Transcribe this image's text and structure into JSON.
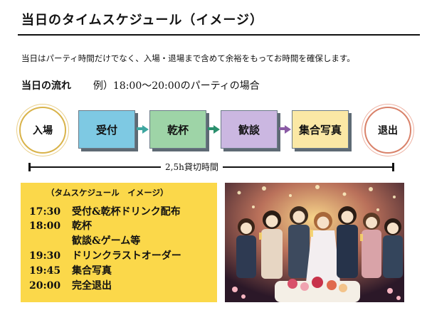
{
  "title": "当日のタイムスケジュール（イメージ）",
  "intro": "当日はパーティ時間だけでなく、入場・退場まで含めて余裕をもってお時間を確保します。",
  "flow": {
    "heading": "当日の流れ",
    "example": "例）18:00〜20:00のパーティの場合",
    "start": "入場",
    "steps": [
      "受付",
      "乾杯",
      "歓談",
      "集合写真"
    ],
    "end": "退出",
    "duration": "2,5h貸切時間"
  },
  "schedule": {
    "heading": "（タムスケジュール　イメージ）",
    "rows": [
      {
        "time": "17:30",
        "event": "受付&乾杯ドリンク配布"
      },
      {
        "time": "18:00",
        "event": "乾杯"
      },
      {
        "time": "",
        "event": "歓談&ゲーム等"
      },
      {
        "time": "19:30",
        "event": "ドリンクラストオーダー"
      },
      {
        "time": "19:45",
        "event": "集合写真"
      },
      {
        "time": "20:00",
        "event": "完全退出"
      }
    ]
  },
  "colors": {
    "reception": "#7ec9e3",
    "toast": "#9ed4a7",
    "chat": "#cbb7e1",
    "group_photo": "#fbe8a5",
    "schedule_bg": "#fbd84a"
  },
  "image": {
    "subject": "party-illustration"
  }
}
